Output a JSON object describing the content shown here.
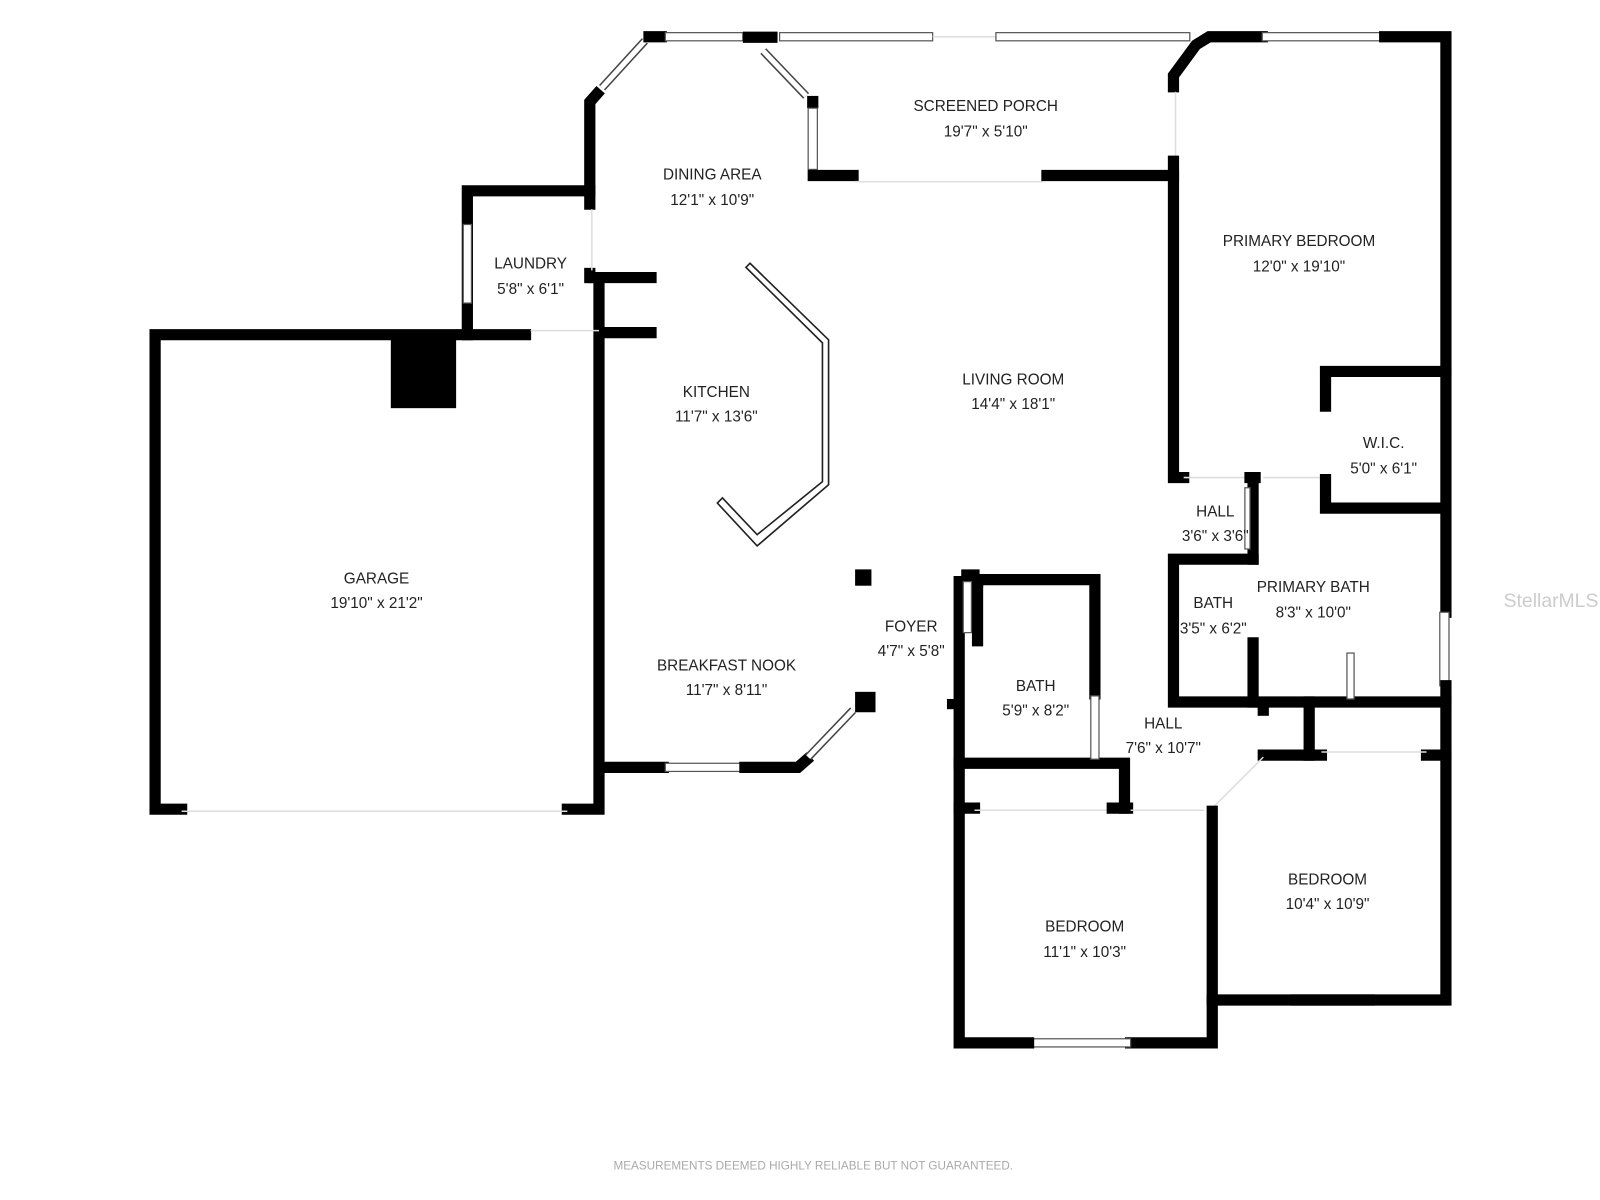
{
  "rooms": [
    {
      "name": "SCREENED PORCH",
      "dims": "19'7\" x 5'10\""
    },
    {
      "name": "DINING AREA",
      "dims": "12'1\" x 10'9\""
    },
    {
      "name": "PRIMARY BEDROOM",
      "dims": "12'0\" x 19'10\""
    },
    {
      "name": "LAUNDRY",
      "dims": "5'8\" x 6'1\""
    },
    {
      "name": "KITCHEN",
      "dims": "11'7\" x 13'6\""
    },
    {
      "name": "LIVING ROOM",
      "dims": "14'4\" x 18'1\""
    },
    {
      "name": "W.I.C.",
      "dims": "5'0\" x 6'1\""
    },
    {
      "name": "HALL",
      "dims": "3'6\" x 3'6\""
    },
    {
      "name": "GARAGE",
      "dims": "19'10\" x 21'2\""
    },
    {
      "name": "BATH",
      "dims": "3'5\" x 6'2\""
    },
    {
      "name": "PRIMARY BATH",
      "dims": "8'3\" x 10'0\""
    },
    {
      "name": "FOYER",
      "dims": "4'7\" x 5'8\""
    },
    {
      "name": "BREAKFAST NOOK",
      "dims": "11'7\" x 8'11\""
    },
    {
      "name": "BATH",
      "dims": "5'9\" x 8'2\""
    },
    {
      "name": "HALL",
      "dims": "7'6\" x 10'7\""
    },
    {
      "name": "BEDROOM",
      "dims": "10'4\" x 10'9\""
    },
    {
      "name": "BEDROOM",
      "dims": "11'1\" x 10'3\""
    }
  ],
  "watermark": "StellarMLS",
  "disclaimer": "MEASUREMENTS DEEMED HIGHLY RELIABLE BUT NOT GUARANTEED."
}
